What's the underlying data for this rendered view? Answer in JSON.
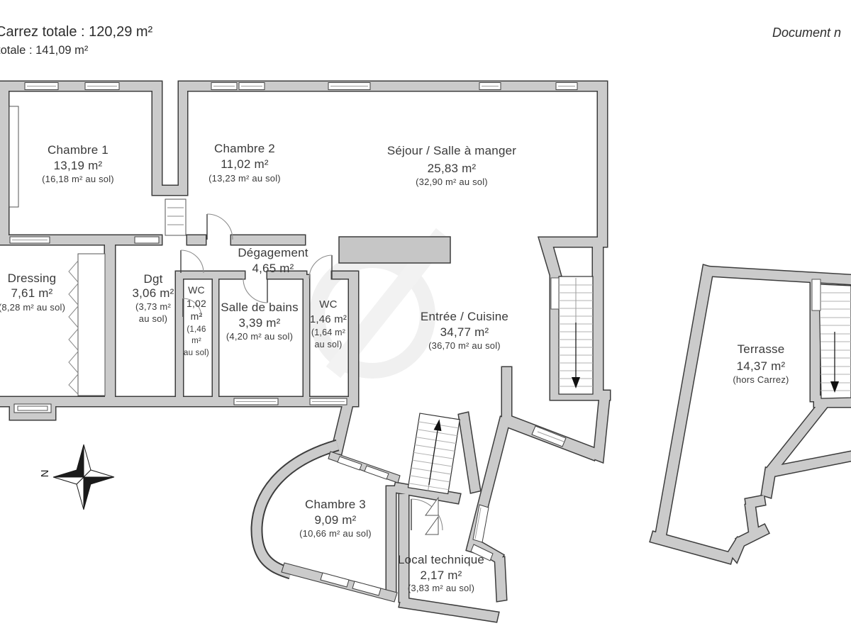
{
  "header": {
    "line1": "Carrez totale :  120,29 m²",
    "line2": "totale :  141,09 m²",
    "right_note": "Document n"
  },
  "compass": {
    "north_label": "N"
  },
  "colors": {
    "wall_fill": "#cbcbcb",
    "outline": "#3d3d3d",
    "text": "#3a3a3a"
  },
  "rooms": {
    "chambre1": {
      "name": "Chambre 1",
      "area": "13,19 m²",
      "floor": "(16,18 m² au sol)"
    },
    "chambre2": {
      "name": "Chambre 2",
      "area": "11,02 m²",
      "floor": "(13,23 m² au sol)"
    },
    "sejour": {
      "name": "Séjour / Salle à manger",
      "area": "25,83 m²",
      "floor": "(32,90 m² au sol)"
    },
    "dressing": {
      "name": "Dressing",
      "area": "7,61 m²",
      "floor": "(8,28 m² au sol)"
    },
    "degagement": {
      "name": "Dégagement",
      "area": "4,65 m²"
    },
    "dgt": {
      "name": "Dgt",
      "area": "3,06 m²",
      "floor_l1": "(3,73 m²",
      "floor_l2": "au sol)"
    },
    "wc1": {
      "name": "WC",
      "area_l1": "1,02",
      "area_l2": "m²",
      "floor_l1": "(1,46",
      "floor_l2": "m²",
      "floor_l3": "au sol)"
    },
    "sdb": {
      "name": "Salle de bains",
      "area": "3,39 m²",
      "floor": "(4,20 m² au sol)"
    },
    "wc2": {
      "name": "WC",
      "area": "1,46 m²",
      "floor_l1": "(1,64 m²",
      "floor_l2": "au sol)"
    },
    "entree": {
      "name": "Entrée / Cuisine",
      "area": "34,77 m²",
      "floor": "(36,70 m² au sol)"
    },
    "terrasse": {
      "name": "Terrasse",
      "area": "14,37 m²",
      "floor": "(hors Carrez)"
    },
    "chambre3": {
      "name": "Chambre 3",
      "area": "9,09 m²",
      "floor": "(10,66 m² au sol)"
    },
    "local_technique": {
      "name": "Local technique",
      "area": "2,17 m²",
      "floor": "(3,83 m² au sol)"
    }
  }
}
